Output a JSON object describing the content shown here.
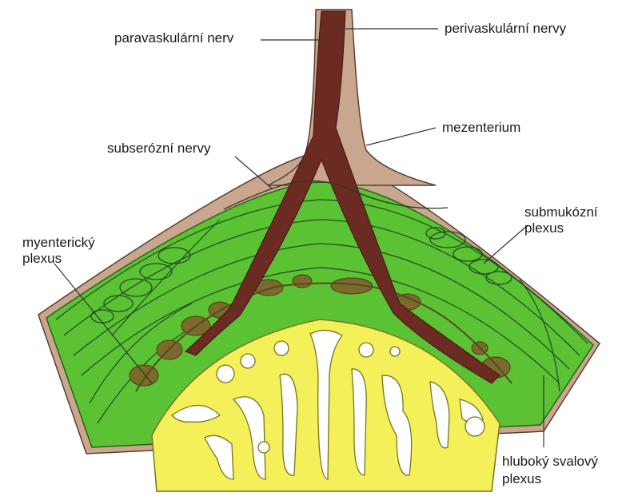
{
  "labels": {
    "paravascular": "paravaskulární nerv",
    "perivascular": "perivaskulární nervy",
    "mesentery": "mezenterium",
    "subserosal": "subserózní nervy",
    "submucosal": [
      "submukózní",
      "plexus"
    ],
    "myenteric": [
      "myenterický",
      "plexus"
    ],
    "deep_muscular": [
      "hluboký svalový",
      "plexus"
    ]
  },
  "colors": {
    "muscle_layer": "#5bc234",
    "serosa_mesentery": "#c9a78f",
    "mucosa": "#f4f05a",
    "lumen": "#ffffff",
    "vessels": "#6b2b23",
    "plexus": "#7a6a2c",
    "nerve_lines": "#1f4a1f",
    "leader_lines": "#333333"
  }
}
